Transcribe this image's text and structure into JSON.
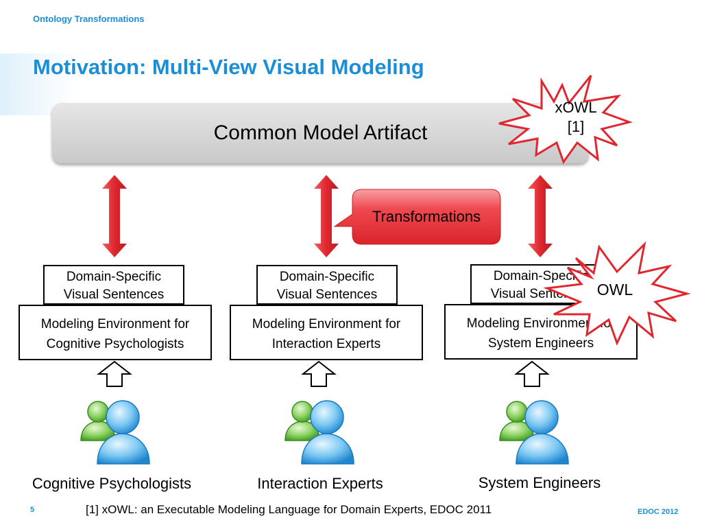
{
  "header": {
    "section_label": "Ontology Transformations"
  },
  "slide": {
    "title": "Motivation: Multi-View Visual Modeling",
    "common_artifact": "Common Model Artifact",
    "transformations_label": "Transformations",
    "xowl_burst": {
      "line1": "xOWL",
      "line2": "[1]"
    },
    "owl_burst": "OWL",
    "columns": [
      {
        "visual_sentences": {
          "line1": "Domain-Specific",
          "line2": "Visual Sentences"
        },
        "environment": {
          "line1": "Modeling Environment for",
          "line2": "Cognitive Psychologists"
        },
        "user_group": "Cognitive Psychologists"
      },
      {
        "visual_sentences": {
          "line1": "Domain-Specific",
          "line2": "Visual Sentences"
        },
        "environment": {
          "line1": "Modeling Environment for",
          "line2": "Interaction Experts"
        },
        "user_group": "Interaction Experts"
      },
      {
        "visual_sentences": {
          "line1": "Domain-Specific",
          "line2": "Visual Sentences"
        },
        "environment": {
          "line1": "Modeling Environment for",
          "line2": "System Engineers"
        },
        "user_group": "System Engineers"
      }
    ]
  },
  "footer": {
    "page_number": "5",
    "footnote": "[1] xOWL: an Executable Modeling Language for Domain Experts, EDOC 2011",
    "conference": "EDOC 2012"
  },
  "colors": {
    "accent_blue": "#1a8fd8",
    "arrow_red": "#e0272f",
    "callout_red": "#ee3a40",
    "burst_stroke": "#e0272f",
    "person_front": "#3da6e6",
    "person_back": "#6cc24a"
  },
  "icons": [
    "double-arrow-icon",
    "up-arrow-icon",
    "user-group-icon",
    "starburst-shape"
  ]
}
